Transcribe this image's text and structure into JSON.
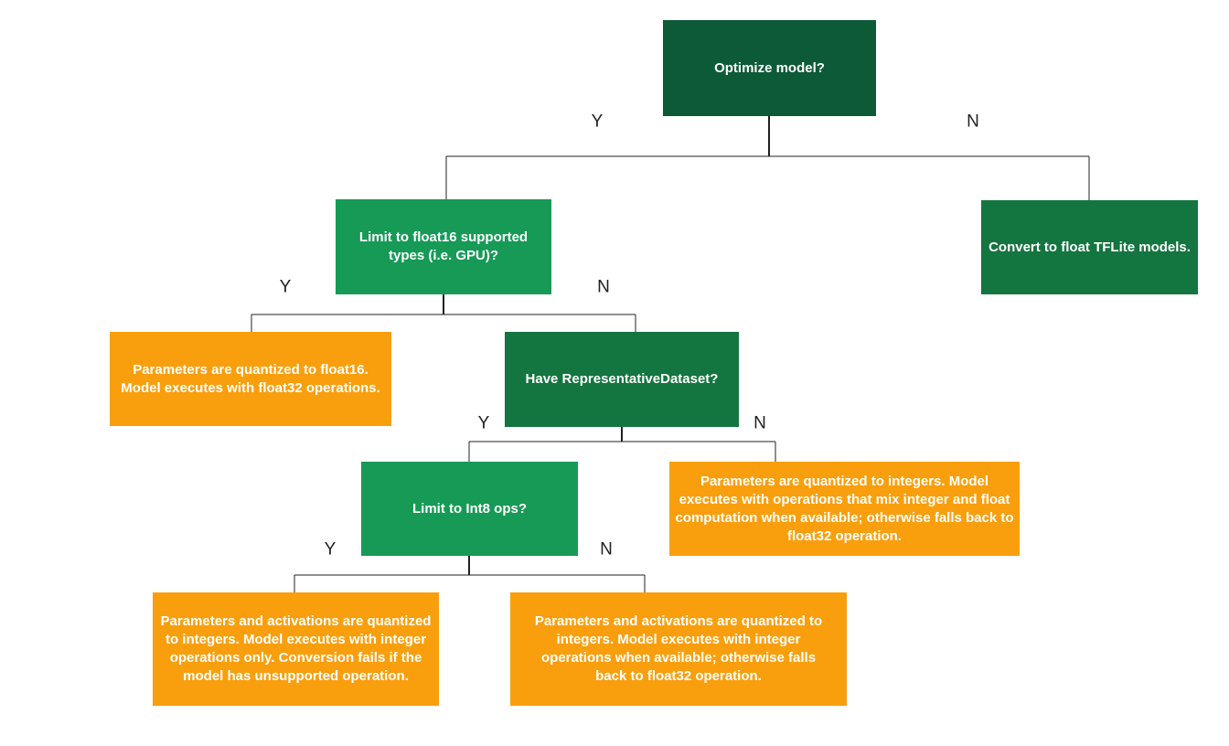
{
  "diagram": {
    "title": "TFLite model optimization decision tree",
    "type": "flowchart",
    "colors": {
      "background": "#FFFFFF",
      "root_decision_fill": "#0D5A36",
      "decision_fill": "#13753F",
      "sub_decision_fill": "#169A56",
      "result_fill": "#F99F0D",
      "node_text": "#FFFFFF",
      "connector_line": "#212121",
      "branch_label_text": "#212121"
    },
    "nodes": {
      "optimize": {
        "label": "Optimize model?",
        "kind": "decision"
      },
      "limit_float16": {
        "label": "Limit to float16 supported types (i.e. GPU)?",
        "kind": "decision"
      },
      "convert_float": {
        "label": "Convert to float TFLite models.",
        "kind": "action"
      },
      "float16_result": {
        "label": "Parameters are quantized to float16. Model executes with float32 operations.",
        "kind": "result"
      },
      "have_dataset": {
        "label": "Have RepresentativeDataset?",
        "kind": "decision"
      },
      "limit_int8": {
        "label": "Limit to Int8 ops?",
        "kind": "decision"
      },
      "mixed_result": {
        "label": "Parameters are quantized to integers. Model executes with operations that mix integer and float computation when available; otherwise falls back to float32 operation.",
        "kind": "result"
      },
      "int_only_result": {
        "label": "Parameters and activations are quantized to integers. Model executes with integer operations only. Conversion fails if the model has unsupported operation.",
        "kind": "result"
      },
      "int_fallback_result": {
        "label": "Parameters and activations are quantized to integers. Model executes with integer operations when available; otherwise falls back to float32 operation.",
        "kind": "result"
      }
    },
    "edges": [
      {
        "from": "optimize",
        "to": "limit_float16",
        "label": "Y"
      },
      {
        "from": "optimize",
        "to": "convert_float",
        "label": "N"
      },
      {
        "from": "limit_float16",
        "to": "float16_result",
        "label": "Y"
      },
      {
        "from": "limit_float16",
        "to": "have_dataset",
        "label": "N"
      },
      {
        "from": "have_dataset",
        "to": "limit_int8",
        "label": "Y"
      },
      {
        "from": "have_dataset",
        "to": "mixed_result",
        "label": "N"
      },
      {
        "from": "limit_int8",
        "to": "int_only_result",
        "label": "Y"
      },
      {
        "from": "limit_int8",
        "to": "int_fallback_result",
        "label": "N"
      }
    ]
  }
}
